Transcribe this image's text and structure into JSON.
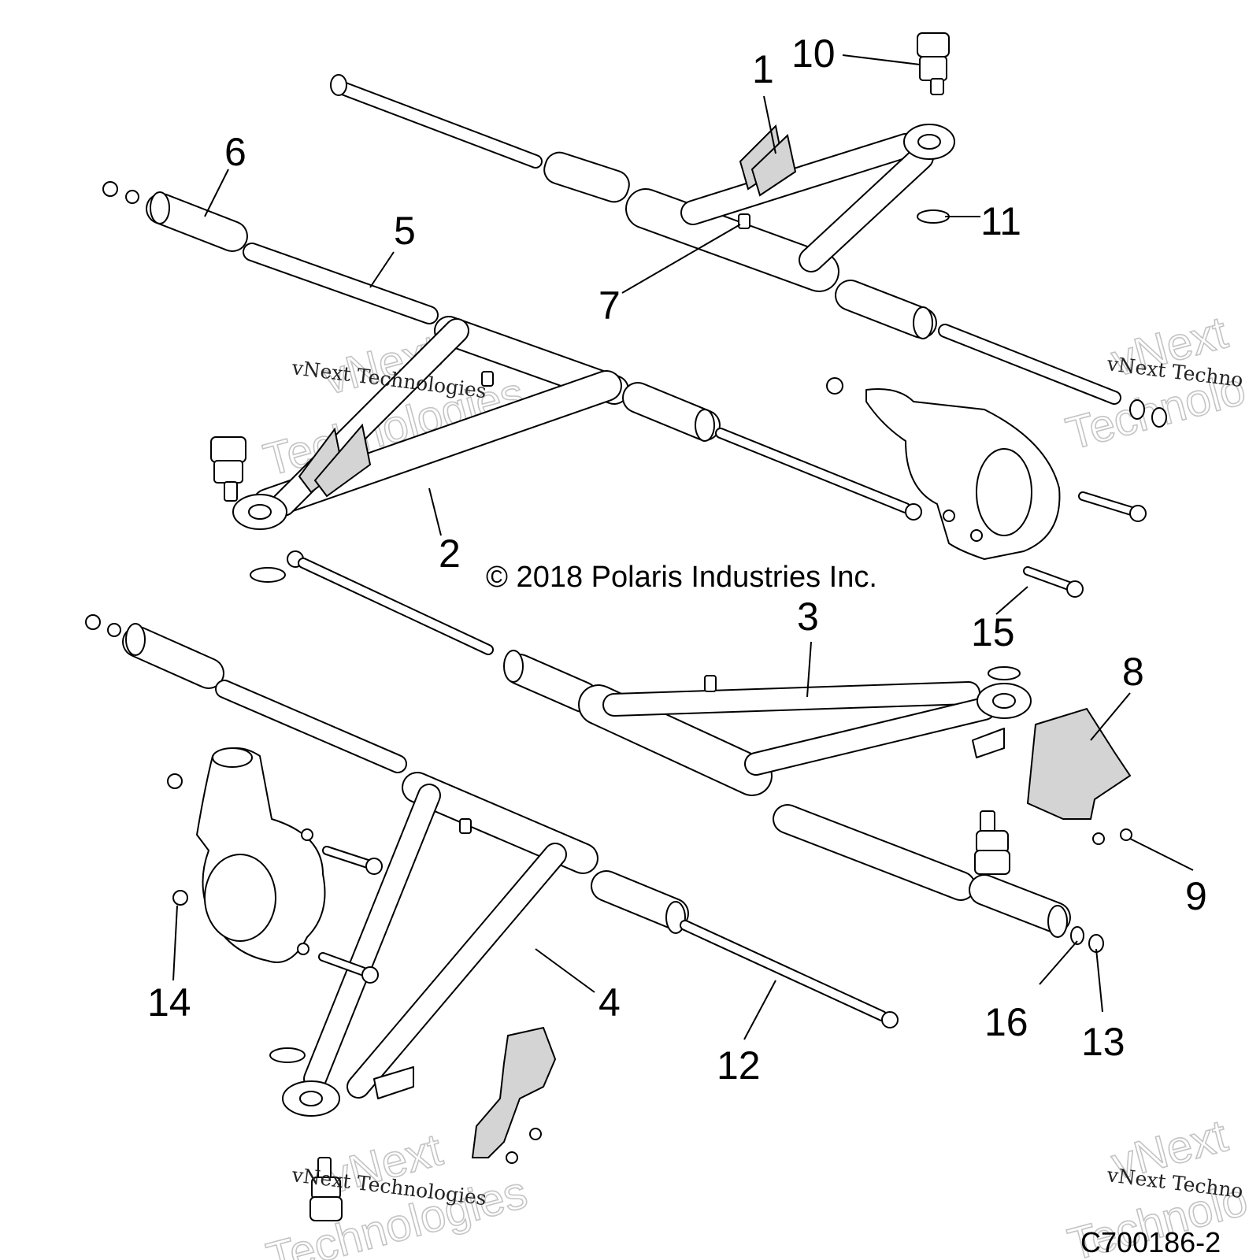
{
  "diagram": {
    "callouts": [
      "1",
      "2",
      "3",
      "4",
      "5",
      "6",
      "7",
      "8",
      "9",
      "10",
      "11",
      "12",
      "13",
      "14",
      "15",
      "16"
    ],
    "copyright": "© 2018 Polaris Industries Inc.",
    "figure_id": "C700186-2",
    "watermark_small": "vNext Technologies",
    "watermark_small_cut": "vNext Techno",
    "watermark_big_1": "vNext",
    "watermark_big_2": "Technologies",
    "watermark_big_cut_1": "vNext",
    "watermark_big_cut_2": "Technolo"
  }
}
